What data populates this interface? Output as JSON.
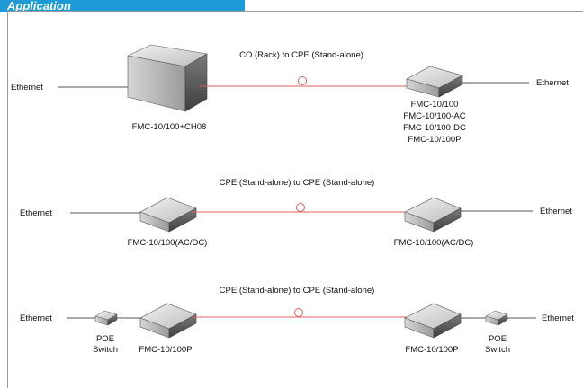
{
  "header": {
    "tab_text": "Application"
  },
  "sections": [
    {
      "title": "CO (Rack) to CPE (Stand-alone)",
      "left_port": "Ethernet",
      "right_port": "Ethernet",
      "left_device": [
        "FMC-10/100+CH08"
      ],
      "right_device": [
        "FMC-10/100",
        "FMC-10/100-AC",
        "FMC-10/100-DC",
        "FMC-10/100P"
      ]
    },
    {
      "title": "CPE (Stand-alone) to CPE (Stand-alone)",
      "left_port": "Ethernet",
      "right_port": "Ethernet",
      "left_device": [
        "FMC-10/100(AC/DC)"
      ],
      "right_device": [
        "FMC-10/100(AC/DC)"
      ]
    },
    {
      "title": "CPE (Stand-alone) to CPE (Stand-alone)",
      "left_port": "Ethernet",
      "right_port": "Ethernet",
      "left_device": [
        "FMC-10/100P"
      ],
      "right_device": [
        "FMC-10/100P"
      ],
      "left_switch": [
        "POE",
        "Switch"
      ],
      "right_switch": [
        "POE",
        "Switch"
      ]
    }
  ],
  "colors": {
    "fiber": "#e06060",
    "copper": "#555555",
    "tab": "#1e9ad6"
  }
}
